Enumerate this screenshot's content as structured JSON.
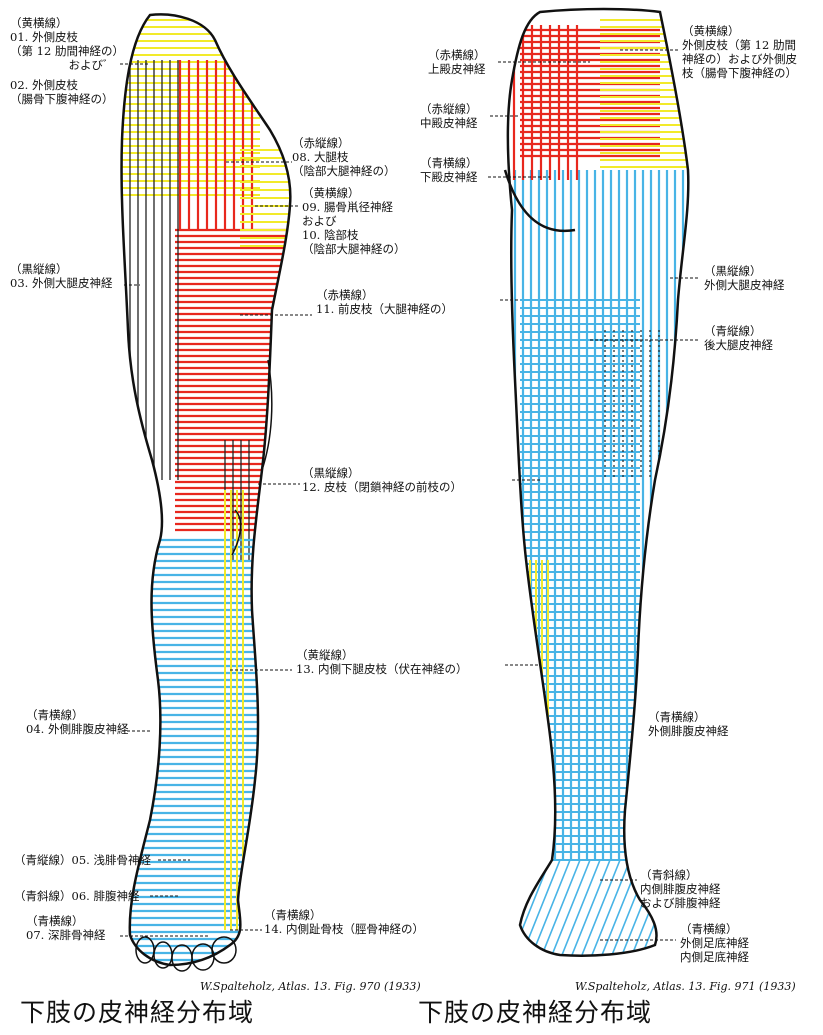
{
  "colors": {
    "red": "#e8281e",
    "yellow": "#f2ea2a",
    "blue": "#48b4e6",
    "black": "#111111"
  },
  "left_figure": {
    "labels": [
      "（黄横線）\n01. 外側皮枝\n（第 12 肋間神経の）\n                およびﾞ",
      "02. 外側皮枝\n（腸骨下腹神経の）",
      "（赤縦線）\n08. 大腿枝\n（陰部大腿神経の）",
      "（黄横線）\n09. 腸骨鼡径神経\nおよび\n10. 陰部枝\n（陰部大腿神経の）",
      "（黒縦線）\n03. 外側大腿皮神経",
      "（赤横線）\n11. 前皮枝（大腿神経の）",
      "（黒縦線）\n12. 皮枝（閉鎖神経の前枝の）",
      "（黄縦線）\n13. 内側下腿皮枝（伏在神経の）",
      "（青横線）\n04. 外側腓腹皮神経",
      "（青縦線）05. 浅腓骨神経",
      "（青斜線）06. 腓腹神経",
      "（青横線）\n07. 深腓骨神経",
      "（青横線）\n14. 内側趾骨枝（脛骨神経の）"
    ],
    "credit": "W.Spalteholz, Atlas. 13. Fig. 970 (1933)",
    "title": "下肢の皮神経分布域"
  },
  "right_figure": {
    "labels": [
      "（赤横線）\n上殿皮神経",
      "（赤縦線）\n中殿皮神経",
      "（青横線）\n下殿皮神経",
      "（黄横線）\n外側皮枝（第 12 肋間\n神経の）および外側皮\n枝（腸骨下腹神経の）",
      "（黒縦線）\n外側大腿皮神経",
      "（青縦線）\n後大腿皮神経",
      "（青横線）\n外側腓腹皮神経",
      "（青斜線）\n内側腓腹皮神経\nおよび腓腹神経",
      "（青横線）\n外側足底神経\n内側足底神経"
    ],
    "credit": "W.Spalteholz, Atlas. 13. Fig. 971 (1933)",
    "title": "下肢の皮神経分布域"
  }
}
